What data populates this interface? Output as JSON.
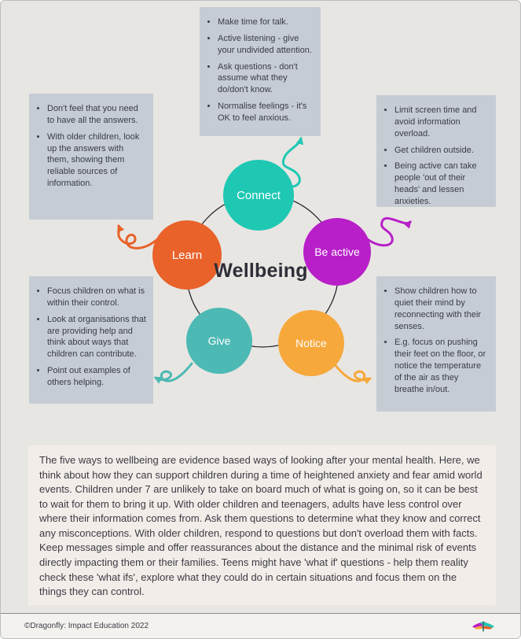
{
  "colors": {
    "page_bg": "#e8e6e3",
    "tip_box_bg": "#c6ccd4",
    "summary_bg": "#f3ede9",
    "ring": "#26252e"
  },
  "diagram": {
    "center_label": "Wellbeing",
    "nodes": {
      "connect": {
        "label": "Connect",
        "color": "#1fc8b3"
      },
      "be_active": {
        "label": "Be active",
        "color": "#b81fc9"
      },
      "learn": {
        "label": "Learn",
        "color": "#e8622a"
      },
      "give": {
        "label": "Give",
        "color": "#4cb9b4"
      },
      "notice": {
        "label": "Notice",
        "color": "#f6a83b"
      }
    }
  },
  "tips": {
    "connect": {
      "items": [
        "Make time for talk.",
        "Active listening - give your undivided attention.",
        "Ask questions - don't assume what they do/don't know.",
        "Normalise feelings - it's OK to feel anxious."
      ]
    },
    "learn": {
      "items": [
        "Don't feel that you need to have all the answers.",
        "With older children, look up the answers with them, showing them reliable sources of information."
      ]
    },
    "be_active": {
      "items": [
        "Limit screen time and avoid information overload.",
        "Get children outside.",
        "Being active can take people 'out of their heads' and lessen anxieties."
      ]
    },
    "give": {
      "items": [
        "Focus children on what is within their control.",
        "Look at organisations that are providing help and think about ways that children can contribute.",
        "Point out examples of others helping."
      ]
    },
    "notice": {
      "items": [
        "Show children how to quiet their mind by reconnecting with their senses.",
        "E.g. focus on pushing their feet on the floor, or notice the temperature of the air as they breathe in/out."
      ]
    }
  },
  "summary": {
    "text": "The five ways to wellbeing are evidence based ways of looking after your mental health. Here, we think about how they can support children during a time of heightened anxiety and fear amid world events. Children under 7 are unlikely to take on board much of what is going on, so it can be best to wait for them to bring it up. With older children and teenagers, adults have less control over where their information comes from. Ask them questions to determine what they know and correct any misconceptions. With older children, respond to questions but don't overload them with facts. Keep messages simple and offer reassurances about the distance and the minimal risk of events directly impacting them or their families. Teens might have 'what if' questions - help them reality check these 'what ifs', explore what they could do in certain situations and focus them on the things they can control."
  },
  "footer": {
    "credit": "©Dragonfly: Impact Education 2022"
  }
}
